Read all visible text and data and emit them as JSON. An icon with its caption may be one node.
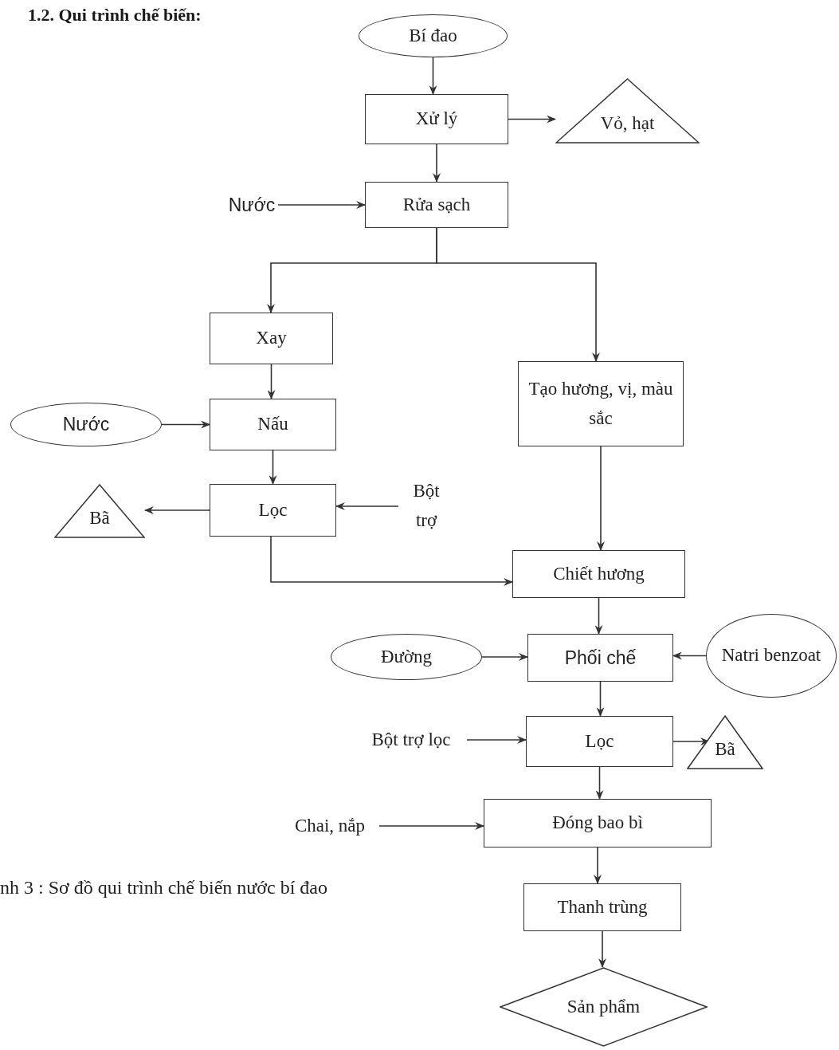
{
  "diagram": {
    "title": "1.2. Qui trình chế biến:",
    "caption": "nh 3 : Sơ đồ qui trình chế biến nước bí đao",
    "nodes": [
      {
        "text": [
          "Bí đao"
        ]
      },
      {
        "text": [
          "Xử lý"
        ]
      },
      {
        "text": [
          "Vỏ, hạt"
        ]
      },
      {
        "text": [
          "Nước"
        ]
      },
      {
        "text": [
          "Rửa sạch"
        ]
      },
      {
        "text": [
          "Xay"
        ]
      },
      {
        "text": [
          "Tạo hương, vị, màu sắc"
        ]
      },
      {
        "text": [
          "Nước"
        ]
      },
      {
        "text": [
          "Nấu"
        ]
      },
      {
        "text": [
          "Lọc"
        ]
      },
      {
        "text": [
          "Bã"
        ]
      },
      {
        "text": [
          "Bột trợ"
        ]
      },
      {
        "text": [
          "Chiết hương"
        ]
      },
      {
        "text": [
          "Đường"
        ]
      },
      {
        "text": [
          "Phối chế"
        ]
      },
      {
        "text": [
          "Natri benzoat"
        ]
      },
      {
        "text": [
          "Bột trợ lọc"
        ]
      },
      {
        "text": [
          "Lọc"
        ]
      },
      {
        "text": [
          "Bã"
        ]
      },
      {
        "text": [
          "Chai, nắp"
        ]
      },
      {
        "text": [
          "Đóng bao bì"
        ]
      },
      {
        "text": [
          "Thanh trùng"
        ]
      },
      {
        "text": [
          "Sản phẩm"
        ]
      }
    ],
    "edges": [
      {
        "from": 0,
        "to": 1,
        "arrow": "to"
      },
      {
        "from": 1,
        "to": 2,
        "arrow": "to"
      },
      {
        "from": 1,
        "to": 4,
        "arrow": "to"
      },
      {
        "from": 3,
        "to": 4,
        "arrow": "to"
      },
      {
        "from": 4,
        "to": 5,
        "arrow": "to"
      },
      {
        "from": 4,
        "to": 6,
        "arrow": "to"
      },
      {
        "from": 5,
        "to": 8,
        "arrow": "to"
      },
      {
        "from": 7,
        "to": 8,
        "arrow": "to"
      },
      {
        "from": 8,
        "to": 9,
        "arrow": "to"
      },
      {
        "from": 9,
        "to": 10,
        "arrow": "to"
      },
      {
        "from": 11,
        "to": 9,
        "arrow": "to"
      },
      {
        "from": 9,
        "to": 12,
        "arrow": "to"
      },
      {
        "from": 6,
        "to": 12,
        "arrow": "to"
      },
      {
        "from": 12,
        "to": 14,
        "arrow": "to"
      },
      {
        "from": 13,
        "to": 14,
        "arrow": "to"
      },
      {
        "from": 15,
        "to": 14,
        "arrow": "to"
      },
      {
        "from": 14,
        "to": 17,
        "arrow": "to"
      },
      {
        "from": 16,
        "to": 17,
        "arrow": "to"
      },
      {
        "from": 17,
        "to": 18,
        "arrow": "to"
      },
      {
        "from": 17,
        "to": 20,
        "arrow": "to"
      },
      {
        "from": 19,
        "to": 20,
        "arrow": "to"
      },
      {
        "from": 20,
        "to": 21,
        "arrow": "to"
      },
      {
        "from": 21,
        "to": 22,
        "arrow": "to"
      }
    ]
  }
}
